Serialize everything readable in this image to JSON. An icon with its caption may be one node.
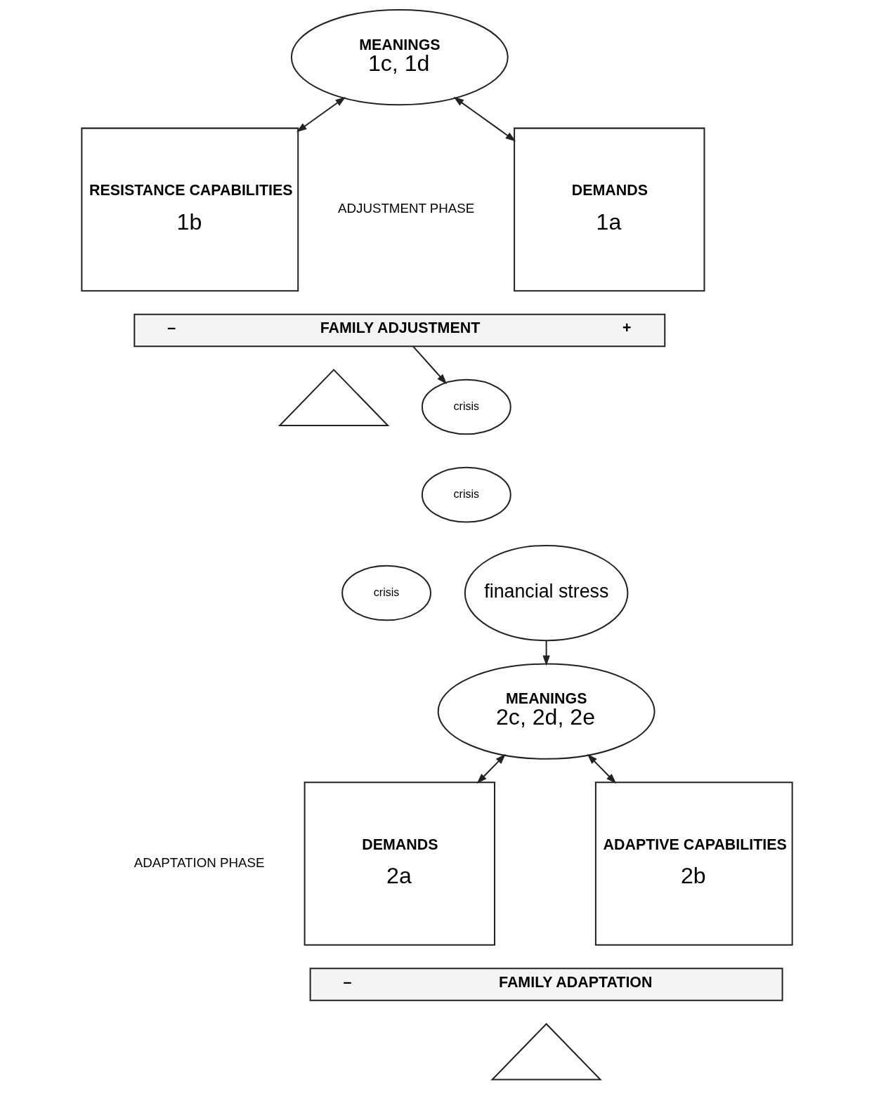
{
  "diagram": {
    "nodes": [
      {
        "text": [
          "MEANINGS",
          "1c, 1d"
        ]
      },
      {
        "text": [
          "DEMANDS",
          "1a"
        ]
      },
      {
        "text": [
          "RESISTANCE CAPABILITIES",
          "1b"
        ]
      },
      {
        "text": [
          "–",
          "FAMILY ADJUSTMENT",
          "+"
        ]
      },
      {
        "text": [],
        "shape": "triangle"
      },
      {
        "text": [
          "crisis"
        ]
      },
      {
        "text": [
          "crisis"
        ]
      },
      {
        "text": [
          "crisis"
        ]
      },
      {
        "text": [
          "financial stress"
        ]
      },
      {
        "text": [
          "MEANINGS",
          "2c, 2d, 2e"
        ]
      },
      {
        "text": [
          "DEMANDS",
          "2a"
        ]
      },
      {
        "text": [
          "ADAPTIVE CAPABILITIES",
          "2b"
        ]
      },
      {
        "text": [
          "–",
          "FAMILY ADAPTATION"
        ]
      },
      {
        "text": [],
        "shape": "triangle"
      }
    ],
    "edges": [
      {
        "from": 0,
        "to": 1,
        "arrow": "both"
      },
      {
        "from": 0,
        "to": 2,
        "arrow": "both"
      },
      {
        "from": 3,
        "to": 5,
        "arrow": "to"
      },
      {
        "from": 8,
        "to": 9,
        "arrow": "to"
      },
      {
        "from": 9,
        "to": 10,
        "arrow": "both"
      },
      {
        "from": 9,
        "to": 11,
        "arrow": "both"
      }
    ],
    "labels": [
      "ADJUSTMENT PHASE",
      "ADAPTATION PHASE"
    ]
  }
}
